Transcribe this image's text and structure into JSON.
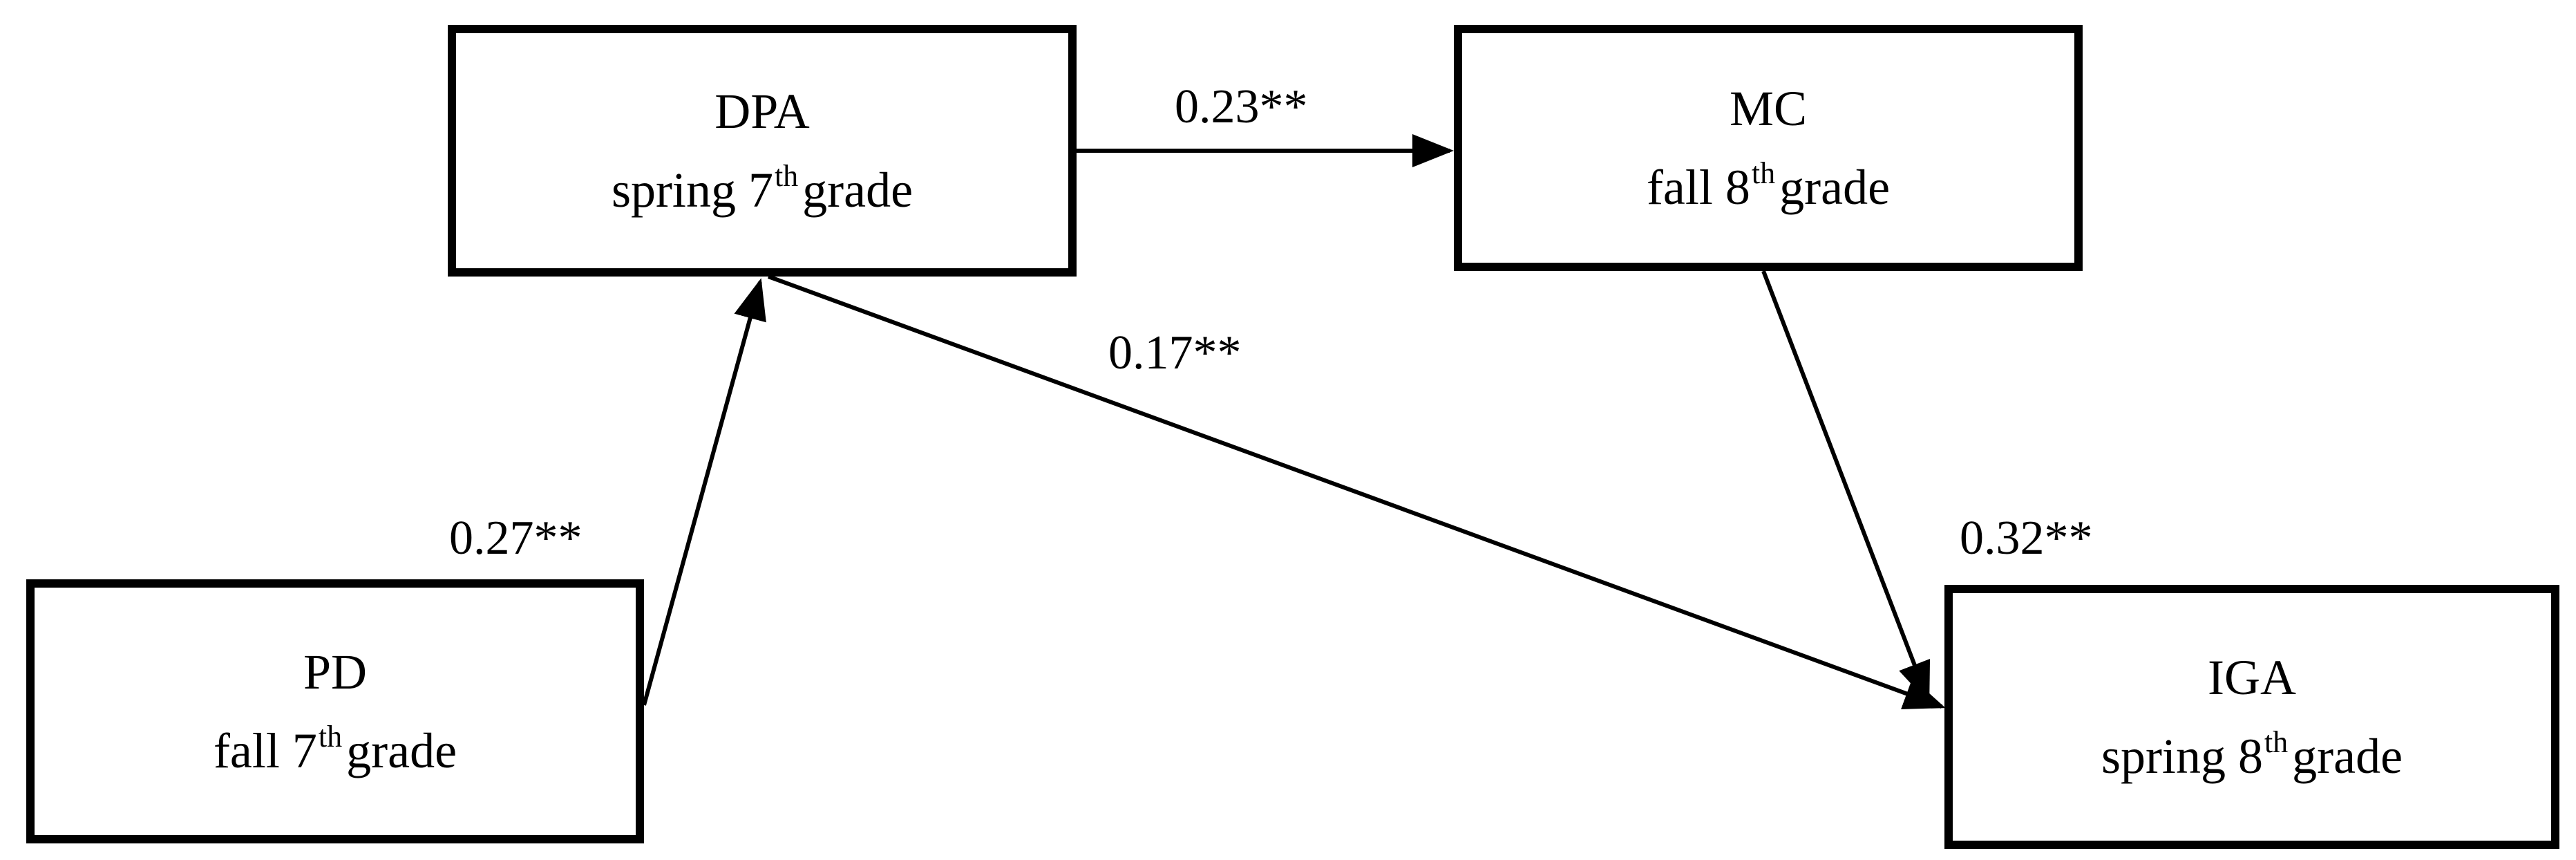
{
  "nodes": {
    "dpa": {
      "title": "DPA",
      "sub_prefix": "spring 7",
      "sub_sup": "th",
      "sub_suffix": "grade"
    },
    "mc": {
      "title": "MC",
      "sub_prefix": "fall 8",
      "sub_sup": "th",
      "sub_suffix": "grade"
    },
    "pd": {
      "title": "PD",
      "sub_prefix": "fall 7",
      "sub_sup": "th",
      "sub_suffix": "grade"
    },
    "iga": {
      "title": "IGA",
      "sub_prefix": "spring 8",
      "sub_sup": "th",
      "sub_suffix": "grade"
    }
  },
  "paths": [
    {
      "from": "PD",
      "to": "DPA",
      "coefficient": "0.27**"
    },
    {
      "from": "DPA",
      "to": "MC",
      "coefficient": "0.23**"
    },
    {
      "from": "DPA",
      "to": "IGA",
      "coefficient": "0.17**"
    },
    {
      "from": "MC",
      "to": "IGA",
      "coefficient": "0.32**"
    }
  ],
  "colors": {
    "stroke": "#000000",
    "background": "#ffffff"
  }
}
